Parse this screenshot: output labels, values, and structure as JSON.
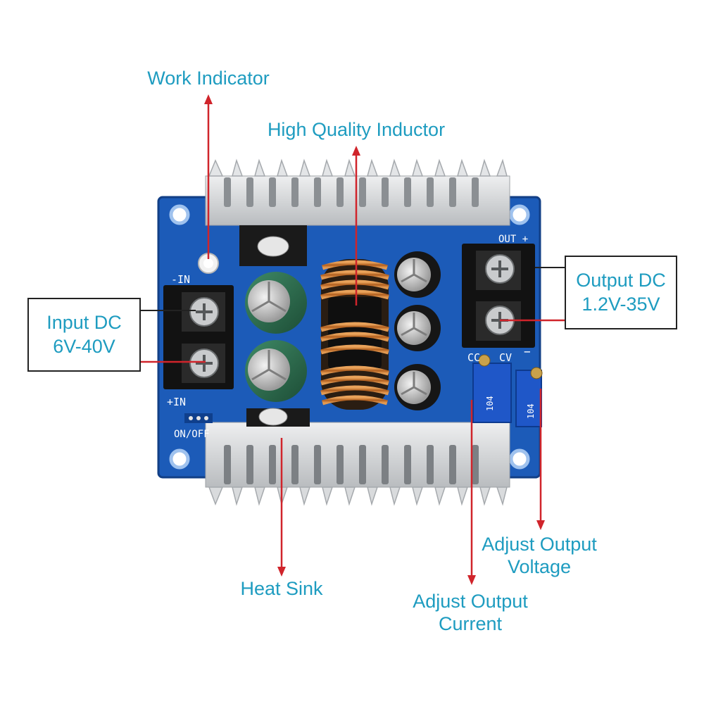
{
  "colors": {
    "label": "#1e9cc0",
    "arrow": "#d0242b",
    "pcb": "#1c5bb8",
    "heatsink": "#d4d6d8",
    "copper": "#c8742c"
  },
  "callouts": {
    "work_indicator": "Work Indicator",
    "inductor": "High Quality Inductor",
    "input_dc": [
      "Input DC",
      "6V-40V"
    ],
    "output_dc": [
      "Output DC",
      "1.2V-35V"
    ],
    "heat_sink": "Heat Sink",
    "adjust_voltage": [
      "Adjust Output",
      "Voltage"
    ],
    "adjust_current": [
      "Adjust Output",
      "Current"
    ]
  },
  "board": {
    "minus_in": "-IN",
    "plus_in": "+IN",
    "on_off": "ON/OFF",
    "out_plus": "OUT +",
    "out_minus": "−",
    "cc": "CC",
    "cv": "CV",
    "pot_code": "104"
  }
}
